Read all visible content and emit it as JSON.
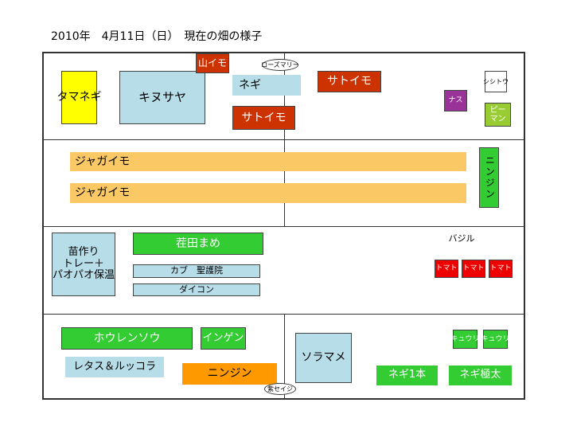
{
  "title": "2010年　4月11日（日）　現在の畑の様子",
  "plots": {
    "tamanegi": "タマネギ",
    "kinusaya": "キヌサヤ",
    "yamaimo": "山イモ",
    "rosemary": "ローズマリー",
    "negi_top": "ネギ",
    "satoimo_1": "サトイモ",
    "satoimo_2": "サトイモ",
    "nasu": "ナス",
    "shishito": "シシトウ",
    "piman": "ピー\nマン",
    "jagaimo_1": "ジャガイモ",
    "jagaimo_2": "ジャガイモ",
    "ninjin_vert": "ニンジン",
    "naeduke": "苗作り\nトレー＋\nパオパオ保温",
    "chadamame": "茬田まめ",
    "kabu": "カブ　聖護院",
    "daikon": "ダイコン",
    "basil": "バジル",
    "tomato_1": "トマト",
    "tomato_2": "トマト",
    "tomato_3": "トマト",
    "horenso": "ホウレンソウ",
    "ingen": "インゲン",
    "lettuce": "レタス＆ルッコラ",
    "ninjin_bottom": "ニンジン",
    "shiso": "紫セイジ",
    "soramame": "ソラマメ",
    "kyuri_1": "キュウリ",
    "kyuri_2": "キュウリ",
    "negi_1pon": "ネギ1本",
    "negi_gokubuto": "ネギ極太"
  },
  "colors": {
    "light_blue": "#b7dde8",
    "green": "#33cc33",
    "orange": "#ff9900",
    "peach": "#fac864",
    "brick_red": "#cc3300",
    "red": "#ee0000",
    "yellow": "#ffff00",
    "purple": "#993399",
    "yellow_green": "#99cc33"
  }
}
